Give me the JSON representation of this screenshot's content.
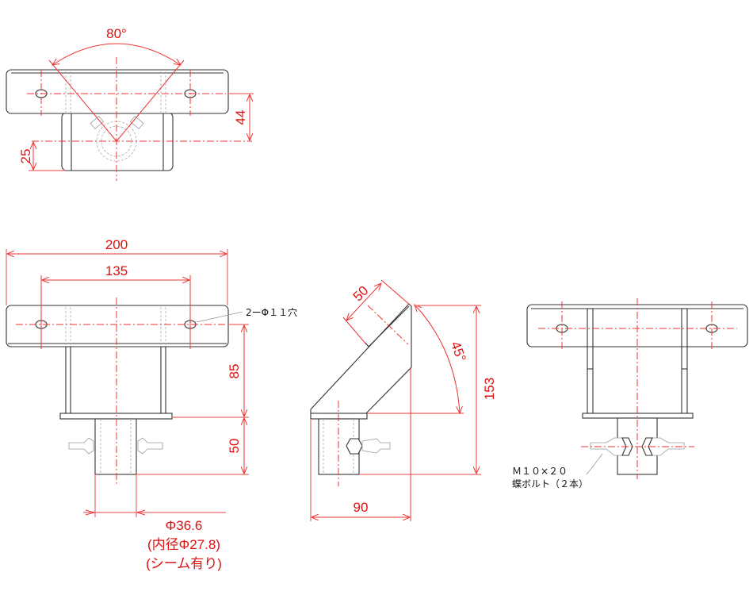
{
  "drawing": {
    "top_view": {
      "angle_label": "80°",
      "dim_44": "44",
      "dim_25": "25"
    },
    "front_view": {
      "dim_200": "200",
      "dim_135": "135",
      "dim_85": "85",
      "dim_50": "50",
      "hole_note": "2ーΦ１１穴",
      "pipe_dim": [
        "Φ36.6",
        "(内径Φ27.8)",
        "(シーム有り)"
      ]
    },
    "side_view": {
      "dim_50": "50",
      "angle_label": "45°",
      "dim_153": "153",
      "dim_90": "90"
    },
    "rear_view": {
      "bolt_note": [
        "Ｍ１０×２０",
        "蝶ボルト（２本）"
      ]
    },
    "colors": {
      "dimension": "#e01010",
      "outline": "#333333"
    }
  }
}
